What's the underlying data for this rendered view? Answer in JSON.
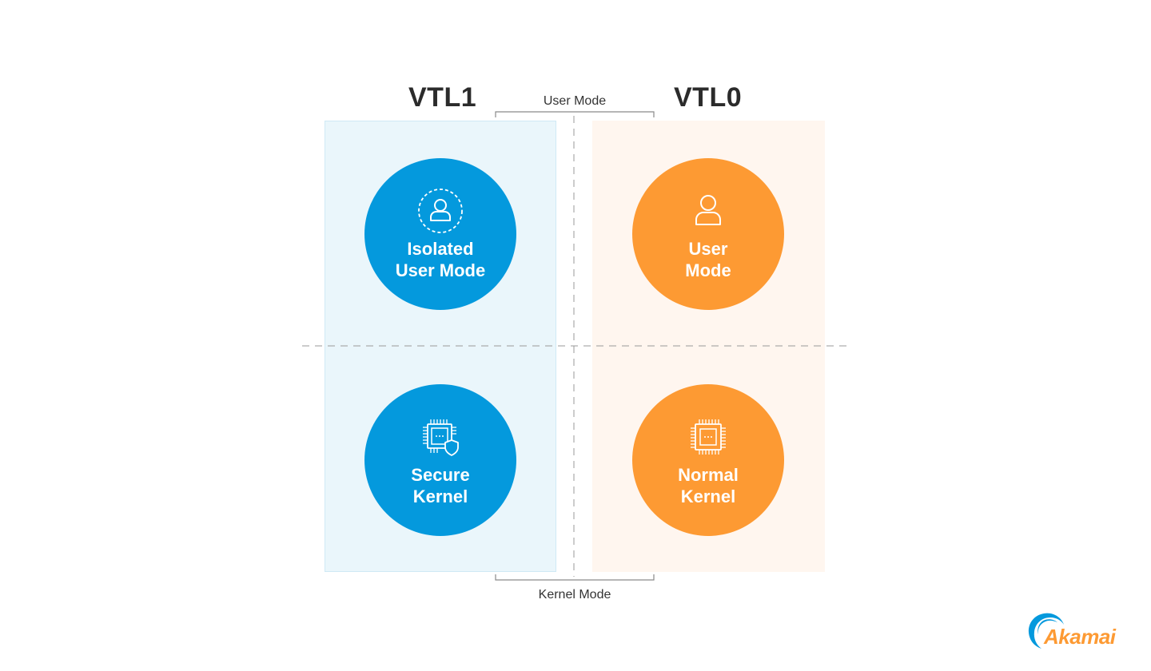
{
  "headings": {
    "left": "VTL1",
    "right": "VTL0"
  },
  "modes": {
    "top": "User Mode",
    "bottom": "Kernel Mode"
  },
  "nodes": {
    "isolated_user_mode": {
      "label": "Isolated\nUser Mode",
      "icon": "user-dashed-circle-icon"
    },
    "user_mode": {
      "label": "User\nMode",
      "icon": "user-icon"
    },
    "secure_kernel": {
      "label": "Secure\nKernel",
      "icon": "chip-shield-icon"
    },
    "normal_kernel": {
      "label": "Normal\nKernel",
      "icon": "chip-icon"
    }
  },
  "logo": {
    "text": "Akamai"
  },
  "colors": {
    "blue": "#0499dd",
    "orange": "#fd9a33",
    "panel_left": "#eaf6fb",
    "panel_right": "#fff6ef"
  }
}
